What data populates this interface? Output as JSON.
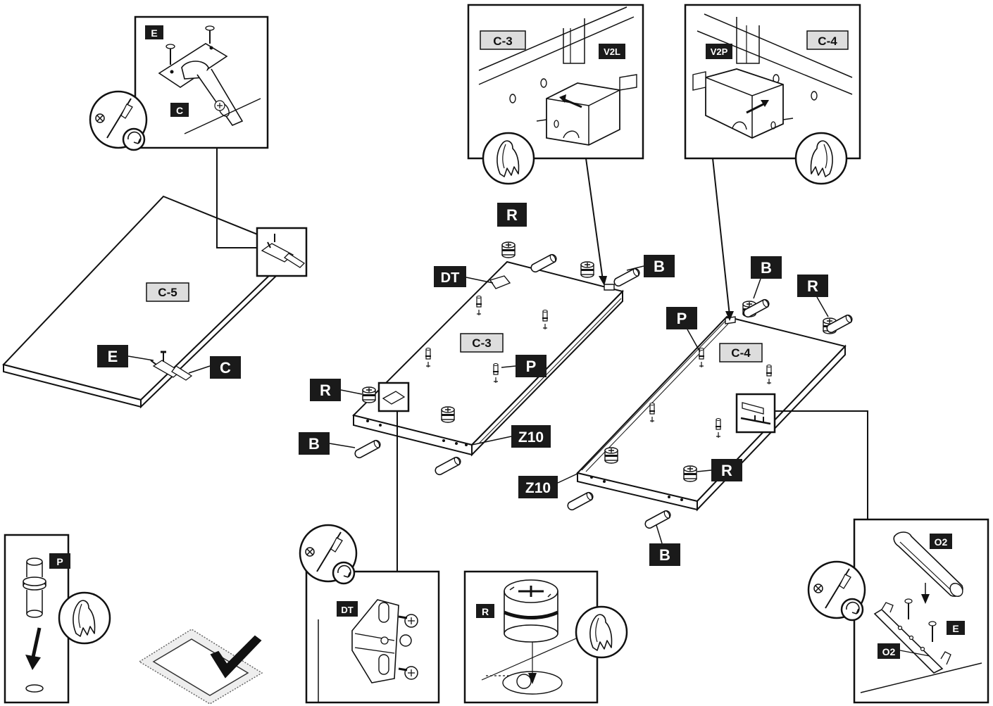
{
  "panels": {
    "c5": "C-5",
    "c3": "C-3",
    "c4": "C-4"
  },
  "labels": {
    "e": "E",
    "c": "C",
    "r": "R",
    "dt": "DT",
    "p": "P",
    "b": "B",
    "z10": "Z10",
    "v2l": "V2L",
    "v2p": "V2P",
    "o2": "O2"
  },
  "icons": [
    "screwdriver-icon",
    "rotate-icon",
    "hand-push-icon",
    "checkmark-icon",
    "arrow-down-icon"
  ],
  "colors": {
    "ink": "#111111",
    "label_bg": "#1a1a1a",
    "label_text": "#ffffff",
    "panel_tag_bg": "#dddddd"
  }
}
